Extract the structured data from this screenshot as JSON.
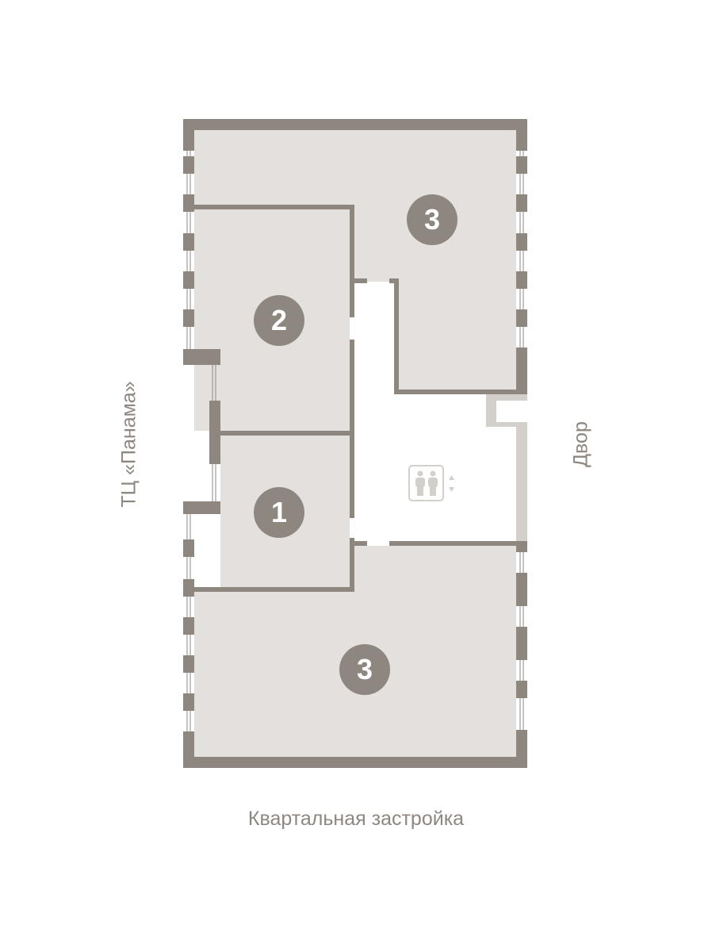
{
  "labels": {
    "left": "ТЦ «Панама»",
    "right": "Двор",
    "bottom": "Квартальная застройка"
  },
  "apartments": [
    {
      "rooms": "3"
    },
    {
      "rooms": "2"
    },
    {
      "rooms": "1"
    },
    {
      "rooms": "3"
    }
  ],
  "colors": {
    "wall": "#8e8780",
    "room": "#e3e0dd",
    "stair": "#d3cfcb"
  }
}
